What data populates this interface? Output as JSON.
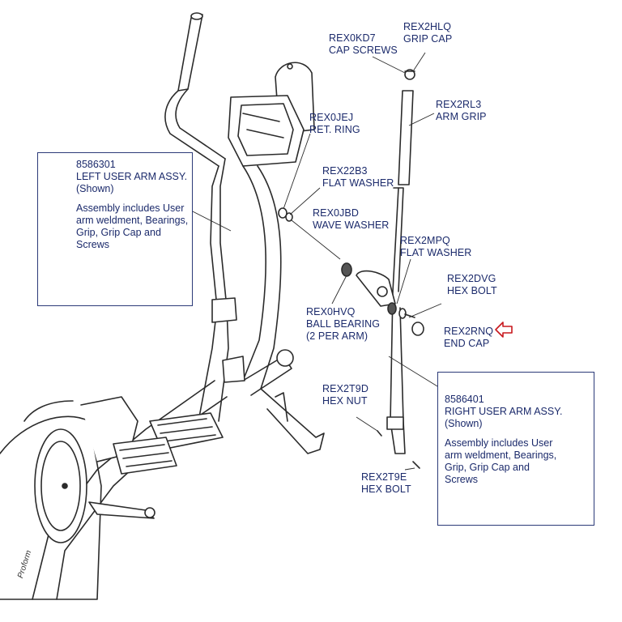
{
  "colors": {
    "label_text": "#1b2a6b",
    "line": "#2b2b2b",
    "box_border": "#2c3a78",
    "arrow": "#c8181e"
  },
  "brand_mark": "Proform",
  "callouts": [
    {
      "id": "rex0kd7",
      "code": "REX0KD7",
      "name": "CAP SCREWS"
    },
    {
      "id": "rex2hlq",
      "code": "REX2HLQ",
      "name": "GRIP CAP"
    },
    {
      "id": "rex2rl3",
      "code": "REX2RL3",
      "name": "ARM GRIP"
    },
    {
      "id": "rex0jej",
      "code": "REX0JEJ",
      "name": "RET. RING"
    },
    {
      "id": "rex22b3",
      "code": "REX22B3",
      "name": "FLAT WASHER"
    },
    {
      "id": "rex0jbd",
      "code": "REX0JBD",
      "name": "WAVE WASHER"
    },
    {
      "id": "rex2mpq",
      "code": "REX2MPQ",
      "name": "FLAT WASHER"
    },
    {
      "id": "rex2dvg",
      "code": "REX2DVG",
      "name": "HEX BOLT"
    },
    {
      "id": "rex0hvq",
      "code": "REX0HVQ",
      "name": "BALL BEARING",
      "note": "(2 PER ARM)"
    },
    {
      "id": "rex2rnq",
      "code": "REX2RNQ",
      "name": "END CAP",
      "highlighted": true
    },
    {
      "id": "rex2t9d",
      "code": "REX2T9D",
      "name": "HEX NUT"
    },
    {
      "id": "rex2t9e",
      "code": "REX2T9E",
      "name": "HEX BOLT"
    }
  ],
  "left_assembly": {
    "part_number": "8586301",
    "title": "LEFT USER ARM ASSY.",
    "shown": "(Shown)",
    "desc_lines": [
      "Assembly includes User",
      "arm weldment, Bearings,",
      "Grip, Grip Cap and",
      "Screws"
    ]
  },
  "right_assembly": {
    "part_number": "8586401",
    "title": "RIGHT USER ARM ASSY.",
    "shown": "(Shown)",
    "desc_lines": [
      "Assembly includes User",
      "arm weldment, Bearings,",
      "Grip, Grip Cap and",
      "Screws"
    ]
  }
}
